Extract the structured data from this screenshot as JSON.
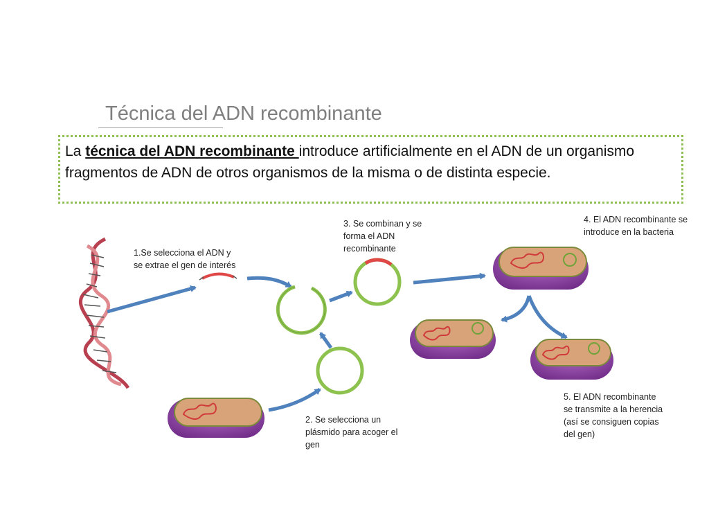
{
  "title": "Técnica del ADN recombinante",
  "definition": {
    "prefix": "La ",
    "keyword": "técnica del ADN recombinante ",
    "rest": "introduce artificialmente en el ADN de un organismo fragmentos de ADN de otros organismos de la misma o de distinta especie."
  },
  "steps": {
    "s1": "1.Se selecciona el ADN y se extrae el gen de interés",
    "s2": "2. Se selecciona un plásmido para acoger el gen",
    "s3": "3. Se combinan y se forma el ADN recombinante",
    "s4": "4. El ADN recombinante se introduce en la bacteria",
    "s5": "5. El ADN recombinante se transmite a la herencia (así se consiguen copias del gen)"
  },
  "colors": {
    "title": "#7f7f7f",
    "box_border": "#8fbf55",
    "plasmid": "#8dc24e",
    "gene": "#e04848",
    "arrow": "#4f81bd",
    "bacteria_outer": "#8a3fa0",
    "bacteria_inner": "#d9a37a",
    "dna_strand": "#c9555e"
  }
}
